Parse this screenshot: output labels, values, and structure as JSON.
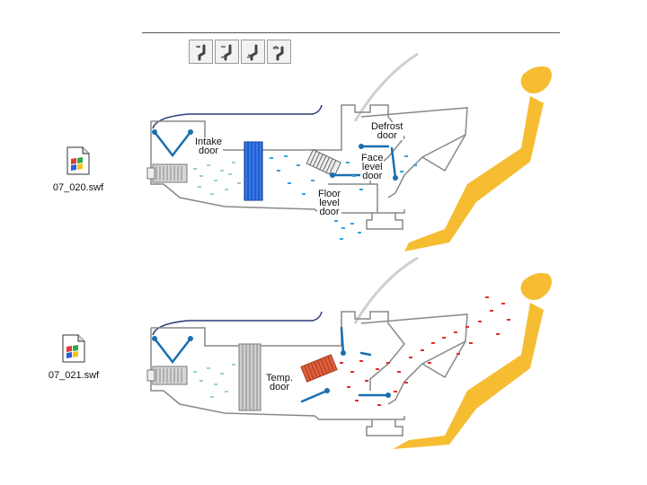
{
  "mode_buttons": [
    {
      "icon": "face-vent-mode-icon"
    },
    {
      "icon": "bi-level-mode-icon"
    },
    {
      "icon": "floor-mode-icon"
    },
    {
      "icon": "defrost-floor-mode-icon"
    }
  ],
  "files": [
    {
      "name": "07_020.swf",
      "icon": "swf-file-icon"
    },
    {
      "name": "07_021.swf",
      "icon": "swf-file-icon"
    }
  ],
  "diagram1": {
    "labels": {
      "intake": "Intake\ndoor",
      "defrost": "Defrost\ndoor",
      "face": "Face\nlevel\ndoor",
      "floor": "Floor\nlevel\ndoor"
    }
  },
  "diagram2": {
    "labels": {
      "temp": "Temp.\ndoor"
    }
  },
  "colors": {
    "duct": "#888888",
    "door": "#1a6fb0",
    "evaporator": "#1d5fd6",
    "heater": "#e0603a",
    "cool_air": "#9bd8a8",
    "blue_air": "#3aa0e0",
    "warm_air": "#e03030",
    "occupant": "#f6bd33"
  }
}
